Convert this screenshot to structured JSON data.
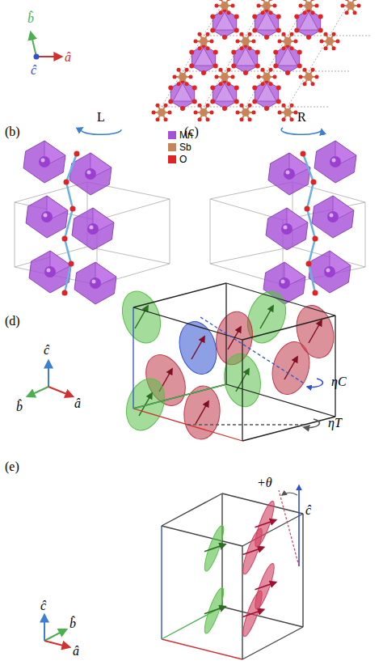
{
  "diagram": {
    "labels": [
      "b̂",
      "ĉ",
      "â",
      "(b)",
      "L",
      "(c)",
      "R",
      "(d)",
      "ĉ",
      "b̂",
      "â",
      "ηC",
      "ηT",
      "(e)",
      "+θ",
      "ĉ",
      "ĉ",
      "b̂",
      "â"
    ],
    "legend": [
      {
        "text": "Mn",
        "color": "#a64fd8"
      },
      {
        "text": "Sb",
        "color": "#c8855a"
      },
      {
        "text": "O",
        "color": "#e02424"
      }
    ]
  }
}
